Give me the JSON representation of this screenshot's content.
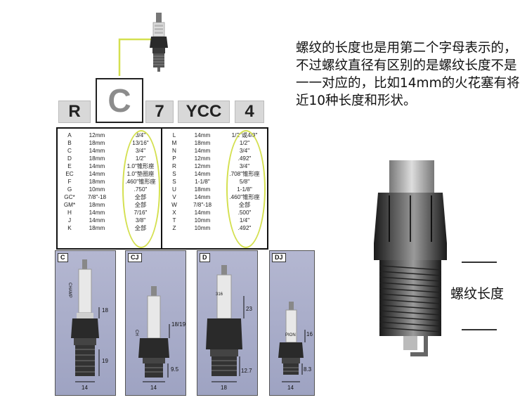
{
  "codes": {
    "r": "R",
    "c": "C",
    "seven": "7",
    "ycc": "YCC",
    "four": "4"
  },
  "table_left": {
    "letters": [
      "A",
      "B",
      "C",
      "D",
      "E",
      "EC",
      "F",
      "G",
      "GC*",
      "GM*",
      "H",
      "J",
      "K"
    ],
    "diameters": [
      "12mm",
      "18mm",
      "14mm",
      "18mm",
      "14mm",
      "14mm",
      "18mm",
      "10mm",
      "7/8\"-18",
      "18mm",
      "14mm",
      "14mm",
      "18mm"
    ],
    "lengths": [
      "3/4\"",
      "13/16\"",
      "3/4\"",
      "1/2\"",
      "1.0\"锥形座",
      "1.0\"垫圈座",
      ".460\"锥形座",
      ".750\"",
      "全部",
      "全部",
      "7/16\"",
      "3/8\"",
      "全部"
    ]
  },
  "table_right": {
    "letters": [
      "L",
      "M",
      "N",
      "P",
      "R",
      "S",
      "S",
      "U",
      "V",
      "W",
      "X",
      "T",
      "Z"
    ],
    "diameters": [
      "14mm",
      "18mm",
      "14mm",
      "12mm",
      "12mm",
      "14mm",
      "1-1/8\"",
      "18mm",
      "14mm",
      "7/8\"-18",
      "14mm",
      "10mm",
      "10mm"
    ],
    "lengths": [
      "1/2\"或4/3\"",
      "1/2\"",
      "3/4\"",
      ".492\"",
      "3/4\"",
      ".708\"锥形座",
      "5/8\"",
      "1-1/8\"",
      ".460\"锥形座",
      "全部",
      ".500\"",
      "1/4\"",
      ".492\""
    ]
  },
  "description": "螺纹的长度也是用第二个字母表示的，不过螺纹直径有区别的是螺纹长度不是一一对应的，比如14mm的火花塞有将近10种长度和形状。",
  "panels": [
    {
      "label": "C",
      "dims": [
        "18",
        "19",
        "14"
      ],
      "brand": "CHAMP"
    },
    {
      "label": "CJ",
      "dims": [
        "18/19",
        "9.5",
        "14"
      ],
      "brand": "CH"
    },
    {
      "label": "D",
      "dims": [
        "23",
        "12.7",
        "18"
      ],
      "brand": "316"
    },
    {
      "label": "DJ",
      "dims": [
        "16",
        "8.3",
        "14"
      ],
      "brand": "PION"
    }
  ],
  "thread_label": "螺纹长度",
  "colors": {
    "highlight": "#d4e050",
    "panel_bg": "#a7abc9"
  }
}
